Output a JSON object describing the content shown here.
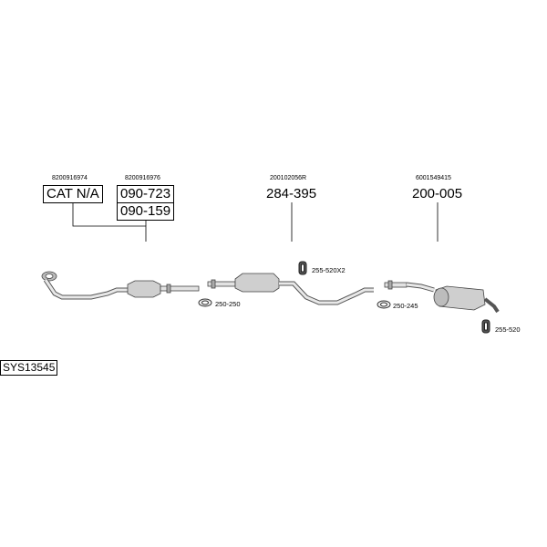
{
  "system_code": "SYS13545",
  "parts": {
    "cat": {
      "oem": "8200916974",
      "code": "CAT N/A"
    },
    "front_pipe": {
      "oem": "8200916976",
      "code": "090-723",
      "code2": "090-159"
    },
    "middle": {
      "oem": "200102056R",
      "code": "284-395"
    },
    "rear": {
      "oem": "6001549415",
      "code": "200-005"
    }
  },
  "accessories": {
    "clamp1": "250-250",
    "hanger1": "255-520X2",
    "clamp2": "250-245",
    "hanger2": "255-520"
  }
}
